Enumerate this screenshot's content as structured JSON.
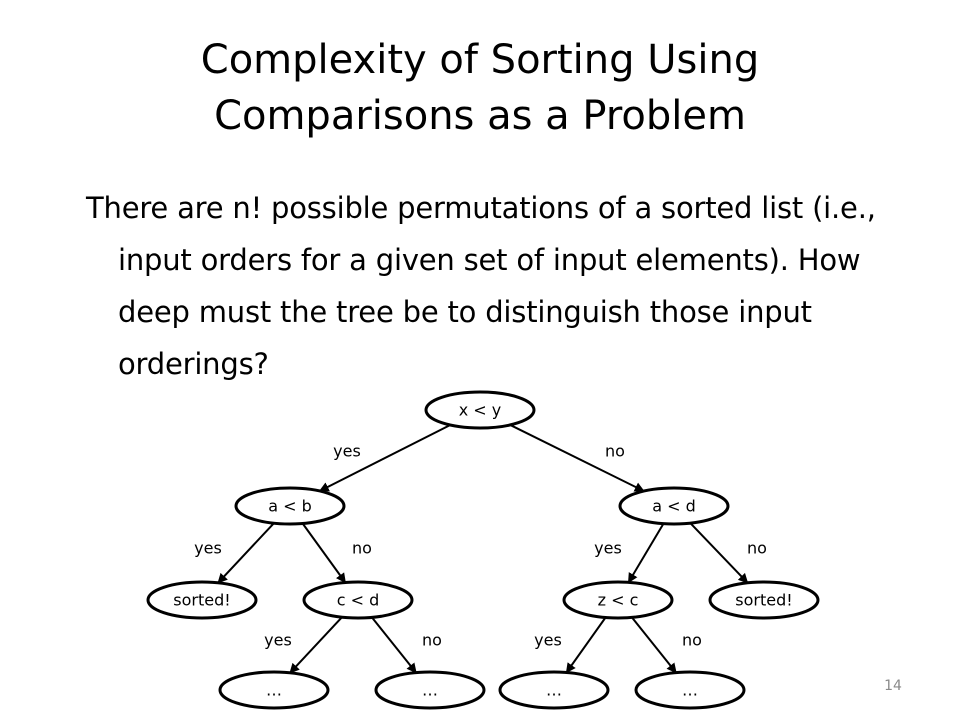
{
  "slide": {
    "title_line1": "Complexity of Sorting Using",
    "title_line2": "Comparisons as a Problem",
    "body": "There are n! possible permutations of a sorted list (i.e., input orders for a given set of input elements).  How deep must the tree be to distinguish those input orderings?",
    "page_number": "14"
  },
  "tree": {
    "nodes": [
      {
        "id": "root",
        "label": "x < y"
      },
      {
        "id": "l",
        "label": "a < b"
      },
      {
        "id": "r",
        "label": "a < d"
      },
      {
        "id": "ll",
        "label": "sorted!"
      },
      {
        "id": "lr",
        "label": "c < d"
      },
      {
        "id": "rl",
        "label": "z < c"
      },
      {
        "id": "rr",
        "label": "sorted!"
      },
      {
        "id": "lrl",
        "label": "…"
      },
      {
        "id": "lrr",
        "label": "…"
      },
      {
        "id": "rll",
        "label": "…"
      },
      {
        "id": "rlr",
        "label": "…"
      }
    ],
    "edges": [
      {
        "from": "root",
        "to": "l",
        "label": "yes"
      },
      {
        "from": "root",
        "to": "r",
        "label": "no"
      },
      {
        "from": "l",
        "to": "ll",
        "label": "yes"
      },
      {
        "from": "l",
        "to": "lr",
        "label": "no"
      },
      {
        "from": "r",
        "to": "rl",
        "label": "yes"
      },
      {
        "from": "r",
        "to": "rr",
        "label": "no"
      },
      {
        "from": "lr",
        "to": "lrl",
        "label": "yes"
      },
      {
        "from": "lr",
        "to": "lrr",
        "label": "no"
      },
      {
        "from": "rl",
        "to": "rll",
        "label": "yes"
      },
      {
        "from": "rl",
        "to": "rlr",
        "label": "no"
      }
    ]
  }
}
